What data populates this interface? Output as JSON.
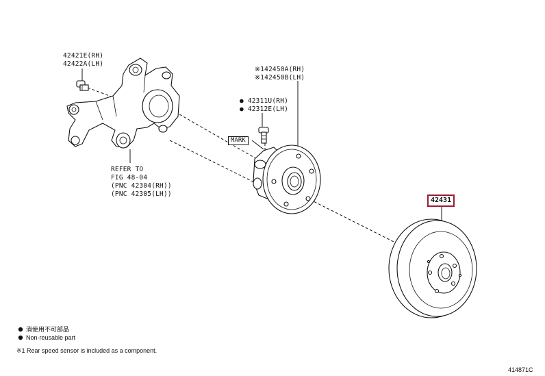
{
  "labels": {
    "knuckle_rh": "42421E(RH)",
    "knuckle_lh": "42422A(LH)",
    "hub_rh": "※142450A(RH)",
    "hub_lh": "※142450B(LH)",
    "bolt_rh": "● 42311U(RH)",
    "bolt_lh": "● 42312E(LH)",
    "mark": "MARK",
    "refer_1": "REFER TO",
    "refer_2": "FIG 48-04",
    "refer_3": "(PNC 42304(RH))",
    "refer_4": "(PNC 42305(LH))",
    "disc": "42431"
  },
  "legend": {
    "jp": "消使用不可部品",
    "en": "Non-reusable part",
    "note": "※1 Rear speed sensor is included as a component."
  },
  "figure_id": "414871C"
}
